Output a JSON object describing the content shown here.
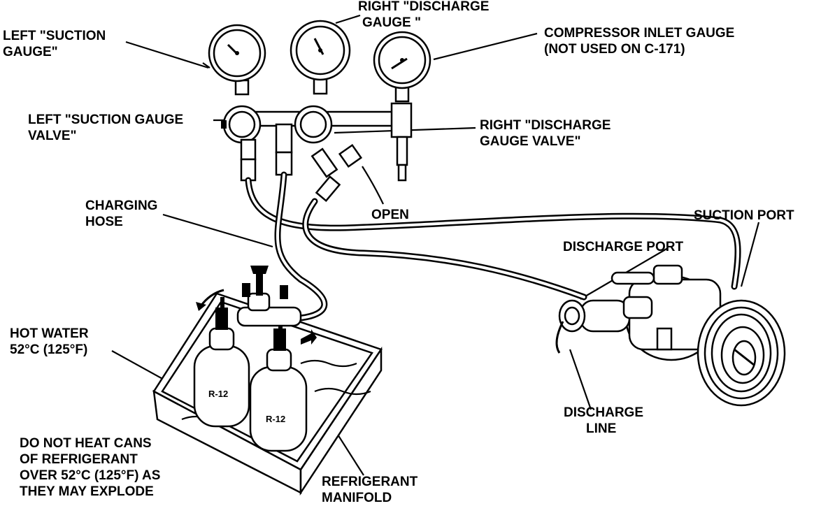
{
  "labels": {
    "left_suction_gauge": [
      "LEFT \"SUCTION",
      "GAUGE\""
    ],
    "right_discharge_gauge": [
      "RIGHT \"DISCHARGE",
      "GAUGE \""
    ],
    "compressor_inlet_gauge": [
      "COMPRESSOR INLET GAUGE",
      "(NOT USED ON C-171)"
    ],
    "left_suction_gauge_valve": [
      "LEFT \"SUCTION GAUGE",
      "VALVE\""
    ],
    "right_discharge_gauge_valve": [
      "RIGHT \"DISCHARGE",
      "GAUGE VALVE\""
    ],
    "charging_hose": [
      "CHARGING",
      "HOSE"
    ],
    "open": [
      "OPEN"
    ],
    "suction_port": [
      "SUCTION PORT"
    ],
    "discharge_port": [
      "DISCHARGE PORT"
    ],
    "hot_water": [
      "HOT WATER",
      "52°C (125°F)"
    ],
    "discharge_line": [
      "DISCHARGE",
      "LINE"
    ],
    "warning": [
      "DO NOT HEAT CANS",
      "OF REFRIGERANT",
      "OVER 52°C (125°F) AS",
      "THEY MAY EXPLODE"
    ],
    "refrigerant_manifold": [
      "REFRIGERANT",
      "MANIFOLD"
    ],
    "can_label": "R-12"
  }
}
